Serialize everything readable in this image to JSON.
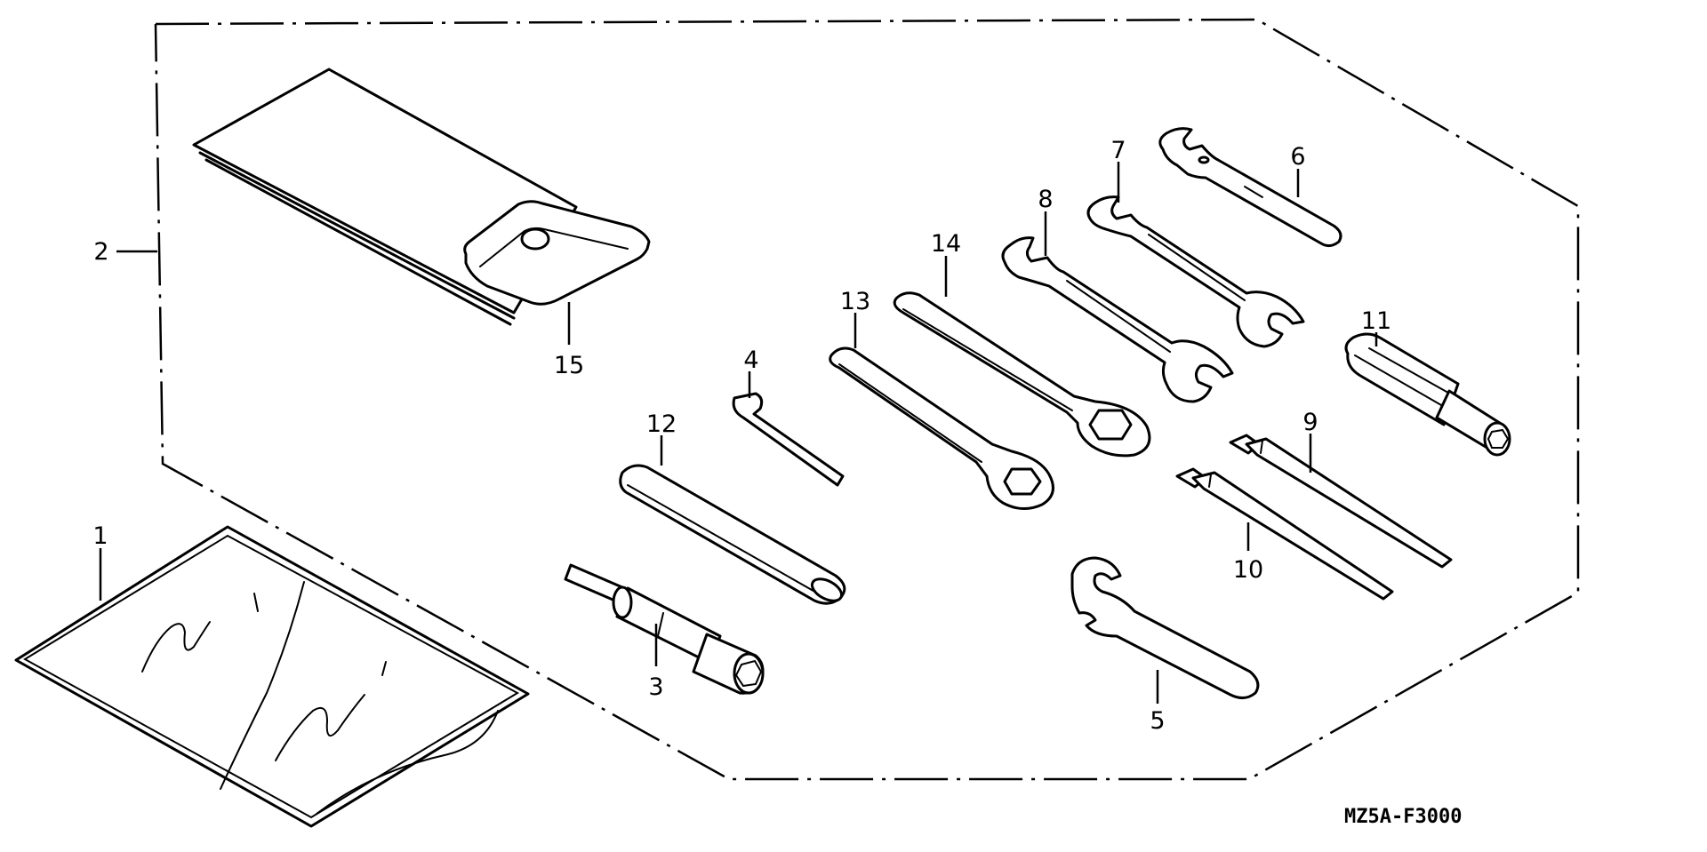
{
  "diagram": {
    "code": "MZ5A-F3000",
    "callouts": [
      {
        "id": "c1",
        "text": "1"
      },
      {
        "id": "c2",
        "text": "2"
      },
      {
        "id": "c3",
        "text": "3"
      },
      {
        "id": "c4",
        "text": "4"
      },
      {
        "id": "c5",
        "text": "5"
      },
      {
        "id": "c6",
        "text": "6"
      },
      {
        "id": "c7",
        "text": "7"
      },
      {
        "id": "c8",
        "text": "8"
      },
      {
        "id": "c9",
        "text": "9"
      },
      {
        "id": "c10",
        "text": "10"
      },
      {
        "id": "c11",
        "text": "11"
      },
      {
        "id": "c12",
        "text": "12"
      },
      {
        "id": "c13",
        "text": "13"
      },
      {
        "id": "c14",
        "text": "14"
      },
      {
        "id": "c15",
        "text": "15"
      }
    ]
  }
}
